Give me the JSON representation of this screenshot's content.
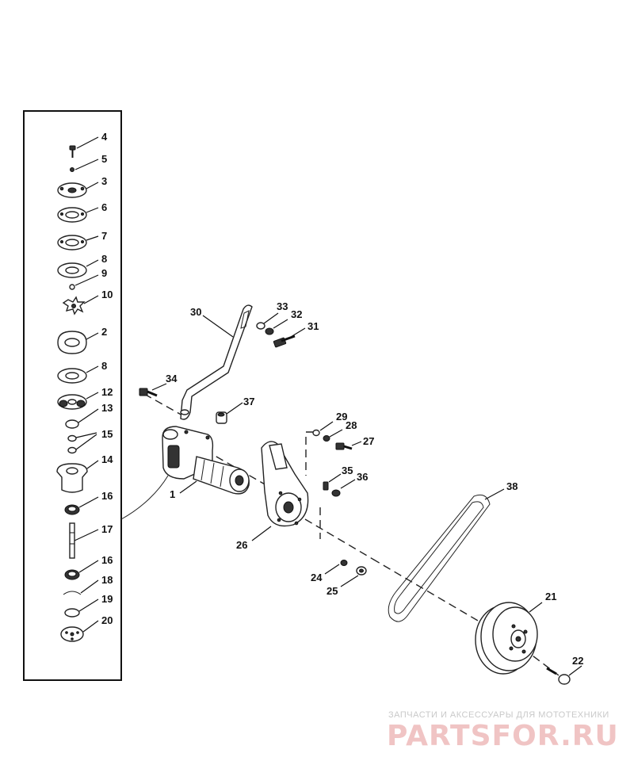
{
  "labels": {
    "p1": "1",
    "p2": "2",
    "p3": "3",
    "p4": "4",
    "p5": "5",
    "p6": "6",
    "p7": "7",
    "p8a": "8",
    "p8b": "8",
    "p9": "9",
    "p10": "10",
    "p12": "12",
    "p13": "13",
    "p14": "14",
    "p15": "15",
    "p16a": "16",
    "p16b": "16",
    "p17": "17",
    "p18": "18",
    "p19": "19",
    "p20": "20",
    "p21": "21",
    "p22": "22",
    "p24": "24",
    "p25": "25",
    "p26": "26",
    "p27": "27",
    "p28": "28",
    "p29": "29",
    "p30": "30",
    "p31": "31",
    "p32": "32",
    "p33": "33",
    "p34": "34",
    "p35": "35",
    "p36": "36",
    "p37": "37",
    "p38": "38"
  },
  "watermark": {
    "tagline": "ЗАПЧАСТИ И АКСЕССУАРЫ ДЛЯ МОТОТЕХНИКИ",
    "brand": "PARTSFOR.RU"
  }
}
